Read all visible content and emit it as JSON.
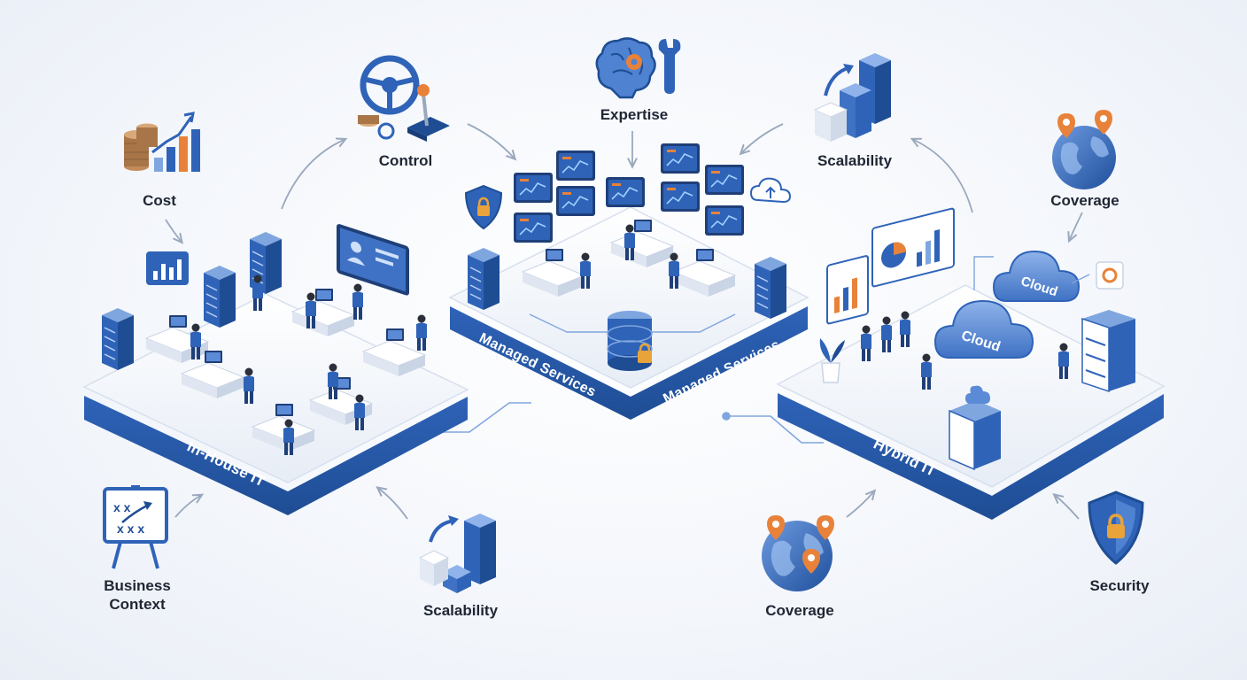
{
  "labels": {
    "cost": "Cost",
    "control": "Control",
    "expertise": "Expertise",
    "scalability_top": "Scalability",
    "coverage_top": "Coverage",
    "business_context": "Business Context",
    "scalability_bottom": "Scalability",
    "coverage_bottom": "Coverage",
    "security": "Security"
  },
  "platforms": {
    "in_house": "In-House IT",
    "managed_left": "Managed Services",
    "managed_right": "Managed Services",
    "hybrid": "Hybrid IT"
  },
  "cloud_labels": {
    "cloud_back": "Cloud",
    "cloud_front": "Cloud"
  },
  "colors": {
    "brand_blue": "#2f63b8",
    "dark_blue": "#1e4d94",
    "light_blue": "#7fa6df",
    "accent_orange": "#e8823a",
    "text_dark": "#1f2633",
    "arrow_gray": "#9aa8bd"
  },
  "icons": [
    "coins-chart-icon",
    "steering-joystick-icon",
    "brain-wrench-icon",
    "cubes-growth-icon",
    "globe-pins-icon",
    "strategy-board-icon",
    "shield-lock-icon"
  ]
}
